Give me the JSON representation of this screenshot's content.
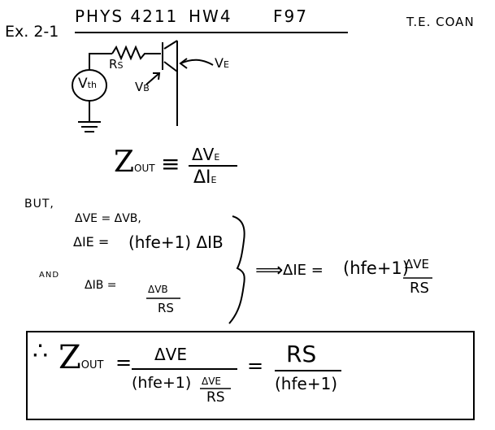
{
  "header": {
    "problem": "Ex. 2-1",
    "course": "PHYS 4211",
    "assignment": "HW4",
    "term": "F97",
    "author": "T.E. COAN"
  },
  "circuit": {
    "source_label": "V",
    "source_sub": "th",
    "resistor_label": "R",
    "resistor_sub": "S",
    "base_label": "V",
    "base_sub": "B",
    "emitter_label": "V",
    "emitter_sub": "E"
  },
  "definition": {
    "lhs": "Z",
    "lhs_sub": "OUT",
    "equiv": "≡",
    "num": "ΔV",
    "num_sub": "E",
    "den": "ΔI",
    "den_sub": "E"
  },
  "givens": {
    "but_label": "BUT,",
    "and_label": "AND",
    "eq1": "ΔVE = ΔVB,",
    "eq2_lhs": "ΔIE =",
    "eq2_rhs": "(hfe+1) ΔIB",
    "eq3_lhs": "ΔIB =",
    "eq3_num": "ΔVB",
    "eq3_den": "RS"
  },
  "implication": {
    "arrow": "⟹",
    "lhs": "ΔIE =",
    "factor": "(hfe+1)",
    "num": "ΔVE",
    "den": "RS"
  },
  "result": {
    "therefore": "∴",
    "lhs": "Z",
    "lhs_sub": "OUT",
    "eq1": "=",
    "num": "ΔVE",
    "den_factor": "(hfe+1)",
    "den_num": "ΔVE",
    "den_den": "RS",
    "eq2": "=",
    "final_num": "RS",
    "final_den": "(hfe+1)"
  }
}
